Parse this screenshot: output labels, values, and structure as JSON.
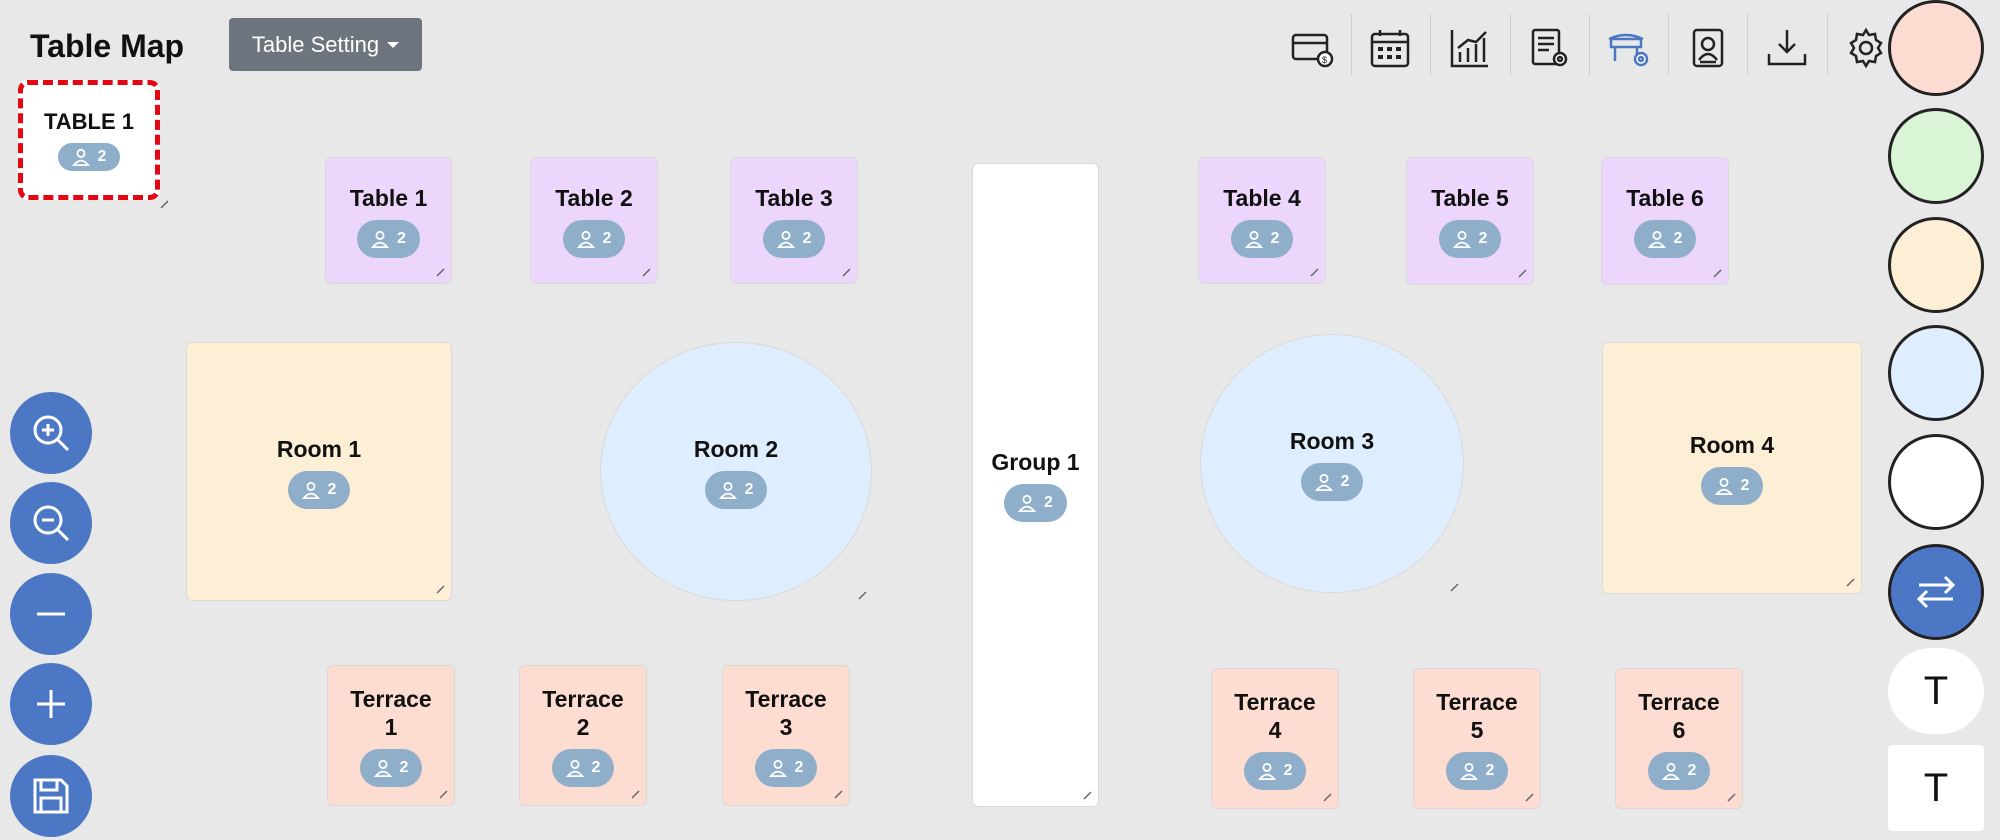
{
  "header": {
    "title": "Table Map",
    "setting_button": "Table Setting"
  },
  "toolbar": {
    "icons": [
      "payment-card-icon",
      "calendar-icon",
      "analytics-chart-icon",
      "report-settings-icon",
      "table-settings-icon",
      "user-contact-icon",
      "download-icon",
      "gear-icon"
    ]
  },
  "new_table": {
    "label": "TABLE 1",
    "seats": "2"
  },
  "tables": [
    {
      "id": "table-1",
      "label": "Table 1",
      "seats": "2",
      "color": "#ecd6fb"
    },
    {
      "id": "table-2",
      "label": "Table 2",
      "seats": "2",
      "color": "#ecd6fb"
    },
    {
      "id": "table-3",
      "label": "Table 3",
      "seats": "2",
      "color": "#ecd6fb"
    },
    {
      "id": "table-4",
      "label": "Table 4",
      "seats": "2",
      "color": "#ecd6fb"
    },
    {
      "id": "table-5",
      "label": "Table 5",
      "seats": "2",
      "color": "#ecd6fb"
    },
    {
      "id": "table-6",
      "label": "Table 6",
      "seats": "2",
      "color": "#ecd6fb"
    },
    {
      "id": "room-1",
      "label": "Room 1",
      "seats": "2",
      "color": "#fdefd6"
    },
    {
      "id": "room-2",
      "label": "Room 2",
      "seats": "2",
      "color": "#dfeefe"
    },
    {
      "id": "group-1",
      "label": "Group 1",
      "seats": "2",
      "color": "#ffffff"
    },
    {
      "id": "room-3",
      "label": "Room 3",
      "seats": "2",
      "color": "#dfeefe"
    },
    {
      "id": "room-4",
      "label": "Room 4",
      "seats": "2",
      "color": "#fdefd6"
    },
    {
      "id": "terrace-1",
      "label": "Terrace 1",
      "seats": "2",
      "color": "#fddcd1"
    },
    {
      "id": "terrace-2",
      "label": "Terrace 2",
      "seats": "2",
      "color": "#fddcd1"
    },
    {
      "id": "terrace-3",
      "label": "Terrace 3",
      "seats": "2",
      "color": "#fddcd1"
    },
    {
      "id": "terrace-4",
      "label": "Terrace 4",
      "seats": "2",
      "color": "#fddcd1"
    },
    {
      "id": "terrace-5",
      "label": "Terrace 5",
      "seats": "2",
      "color": "#fddcd1"
    },
    {
      "id": "terrace-6",
      "label": "Terrace 6",
      "seats": "2",
      "color": "#fddcd1"
    }
  ],
  "palette": {
    "colors": [
      "#fddcd1",
      "#d9f5d5",
      "#fdefd6",
      "#dfeefe",
      "#ffffff"
    ],
    "swap_icon": "swap-arrows-icon",
    "text_buttons": [
      "T",
      "T"
    ]
  },
  "zoom_controls": [
    "zoom-in-icon",
    "zoom-out-icon",
    "minus-icon",
    "plus-icon",
    "save-icon"
  ],
  "accent_color": "#4c77c4"
}
